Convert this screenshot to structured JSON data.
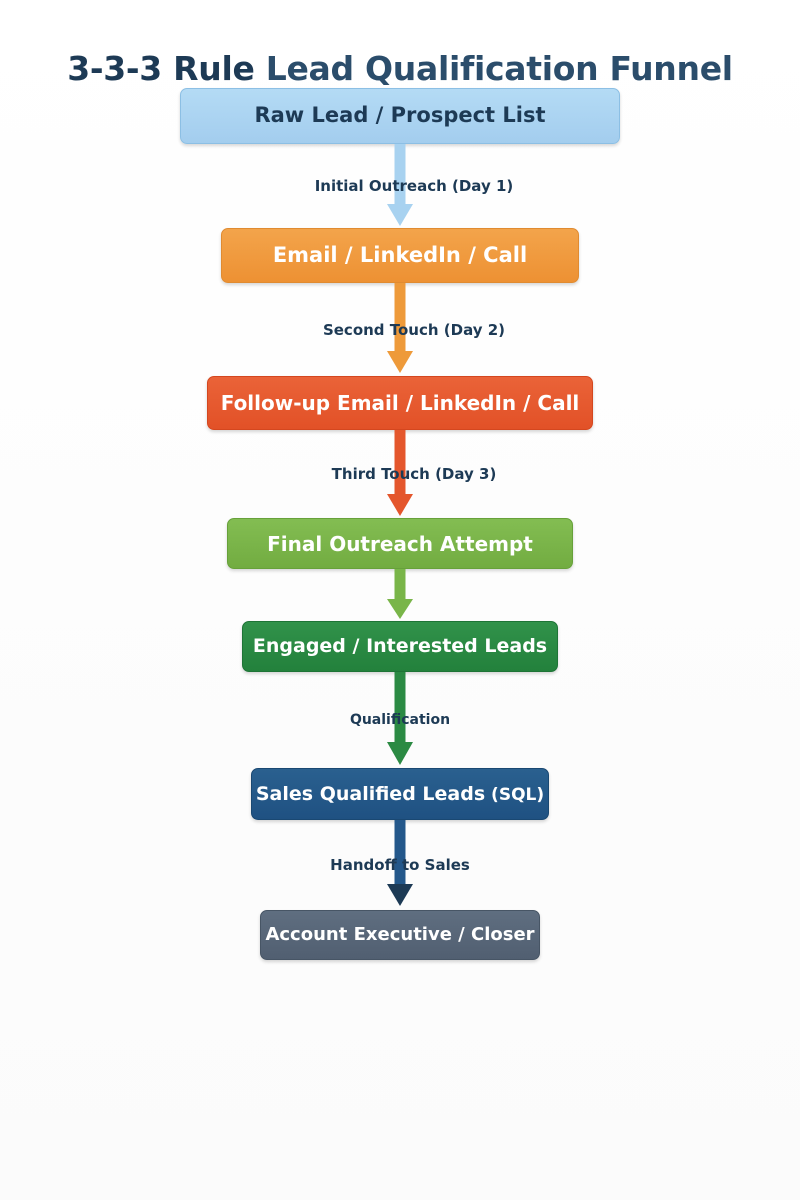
{
  "title": {
    "strong": "3-3-3 Rule",
    "rest": " Lead Qualification Funnel",
    "full": "3-3-3 Rule Lead Qualification Funnel",
    "color": "#22405c"
  },
  "colors": {
    "background": "#ffffff",
    "title_navy": "#1d3a55",
    "label_navy": "#1d3a55",
    "stage_1_light_blue": "#a8d2f0",
    "stage_2_orange": "#ee9a3a",
    "stage_3_red_orange": "#e4562c",
    "stage_4_light_green": "#79b549",
    "stage_5_dark_green": "#2b8a43",
    "stage_6_blue": "#23578a",
    "stage_7_slate_gray": "#586a7c"
  },
  "flow": {
    "nodes": [
      {
        "id": "raw-lead",
        "label": "Raw Lead / Prospect List",
        "fill": "#a8d2f0",
        "text_color": "#1d3a55"
      },
      {
        "id": "first-touch",
        "label": "Email / LinkedIn / Call",
        "fill": "#ee9a3a",
        "text_color": "#ffffff"
      },
      {
        "id": "second-touch",
        "label": "Follow-up Email / LinkedIn / Call",
        "fill": "#e4562c",
        "text_color": "#ffffff"
      },
      {
        "id": "third-touch",
        "label": "Final Outreach Attempt",
        "fill": "#79b549",
        "text_color": "#ffffff"
      },
      {
        "id": "engaged-leads",
        "label": "Engaged / Interested Leads",
        "fill": "#2b8a43",
        "text_color": "#ffffff"
      },
      {
        "id": "sql",
        "label": "Sales Qualified Leads",
        "label_suffix": " (SQL)",
        "fill": "#23578a",
        "text_color": "#ffffff"
      },
      {
        "id": "account-exec",
        "label": "Account Executive / Closer",
        "fill": "#586a7c",
        "text_color": "#ffffff"
      }
    ],
    "connectors": [
      {
        "id": "c1",
        "label": "Initial Outreach (Day 1)",
        "color": "#a8d2f0"
      },
      {
        "id": "c2",
        "label": "Second Touch (Day 2)",
        "color": "#ee9a3a"
      },
      {
        "id": "c3",
        "label": "Third Touch (Day 3)",
        "color": "#e4562c"
      },
      {
        "id": "c4",
        "label": "",
        "color": "#79b549"
      },
      {
        "id": "c5",
        "label": "Qualification",
        "color": "#2b8a43"
      },
      {
        "id": "c6",
        "label": "Handoff to Sales",
        "color": "#23578a"
      }
    ]
  }
}
